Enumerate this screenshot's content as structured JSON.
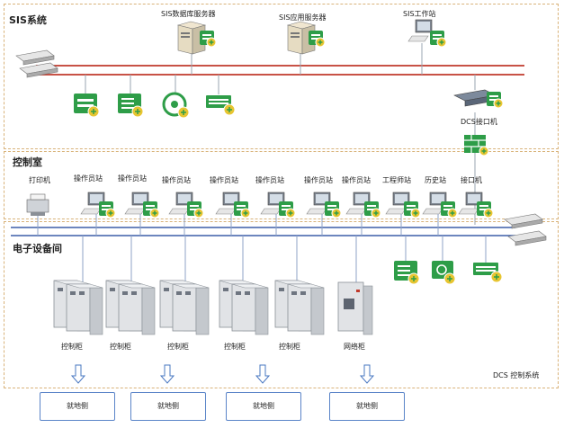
{
  "zones": {
    "sis": "SIS系统",
    "control_room": "控制室",
    "equipment_room": "电子设备间",
    "dcs": "DCS 控制系统"
  },
  "sis": {
    "db_server": "SIS数据库服务器",
    "app_server": "SIS应用服务器",
    "workstation": "SIS工作站",
    "dcs_interface": "DCS接口机"
  },
  "control_room": {
    "printer": "打印机",
    "stations": [
      "操作员站",
      "操作员站",
      "操作员站",
      "操作员站",
      "操作员站",
      "操作员站",
      "操作员站"
    ],
    "engineer": "工程师站",
    "history": "历史站",
    "interface": "接口机"
  },
  "cabinets": [
    "控制柜",
    "控制柜",
    "控制柜",
    "控制柜",
    "控制柜",
    "网络柜"
  ],
  "field": [
    "就地侧",
    "就地侧",
    "就地侧",
    "就地侧"
  ],
  "colors": {
    "red_bus": "#c0392b",
    "blue_bus": "#3d5fa8",
    "zone_border": "#d9b37a",
    "field_border": "#5a84c8",
    "green_badge": "#2e9d48"
  }
}
